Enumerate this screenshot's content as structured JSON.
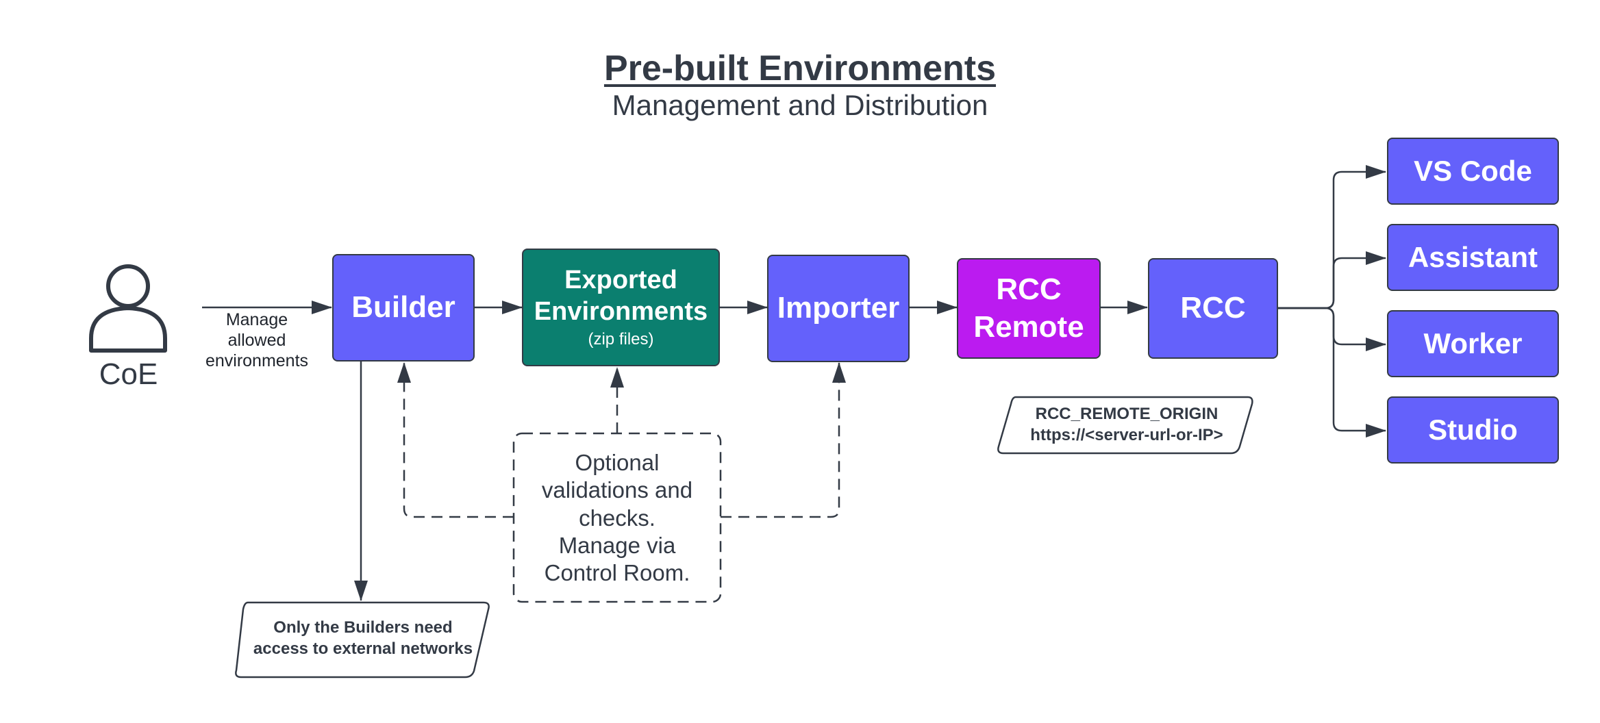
{
  "title": "Pre-built Environments",
  "subtitle": "Management and Distribution",
  "actor": {
    "label": "CoE",
    "icon": "person-icon"
  },
  "edge_label": [
    "Manage",
    "allowed",
    "environments"
  ],
  "nodes": {
    "builder": {
      "label": "Builder",
      "color": "#6461fb"
    },
    "exported": {
      "label_lines": [
        "Exported",
        "Environments"
      ],
      "sublabel": "(zip files)",
      "color": "#0b7f6f"
    },
    "importer": {
      "label": "Importer",
      "color": "#6461fb"
    },
    "rcc_remote": {
      "label_lines": [
        "RCC",
        "Remote"
      ],
      "color": "#bb1bf0"
    },
    "rcc": {
      "label": "RCC",
      "color": "#6461fb"
    }
  },
  "clients": [
    {
      "label": "VS Code"
    },
    {
      "label": "Assistant"
    },
    {
      "label": "Worker"
    },
    {
      "label": "Studio"
    }
  ],
  "optional_note": [
    "Optional",
    "validations and",
    "checks.",
    "Manage via",
    "Control Room."
  ],
  "rcc_remote_note": [
    "RCC_REMOTE_ORIGIN",
    "https://<server-url-or-IP>"
  ],
  "builder_note": [
    "Only the Builders need",
    "access to external networks"
  ]
}
